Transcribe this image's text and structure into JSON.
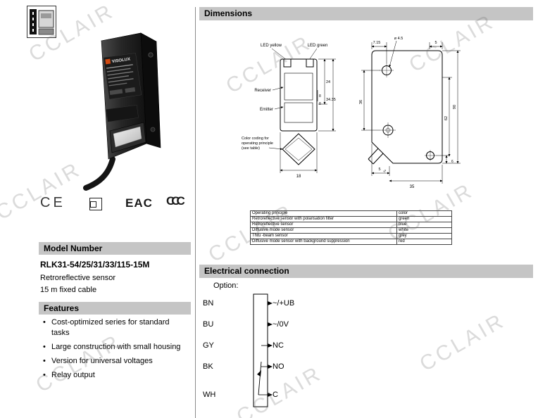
{
  "watermark": "CCLAIR",
  "left": {
    "certifications": {
      "ce": "CE",
      "eac": "EAC",
      "ccc": "CCC"
    },
    "product": {
      "brand": "VISOLUX"
    },
    "model": {
      "header": "Model Number",
      "model": "RLK31-54/25/31/33/115-15M",
      "description": "Retroreflective sensor",
      "cable": "15 m fixed cable"
    },
    "features": {
      "header": "Features",
      "items": [
        "Cost-optimized series for standard tasks",
        "Large construction with small housing",
        "Version for universal voltages",
        "Relay output"
      ]
    }
  },
  "dimensions": {
    "header": "Dimensions",
    "front_view": {
      "led_yellow_label": "LED yellow",
      "led_green_label": "LED green",
      "receiver_label": "Receiver",
      "emitter_label": "Emitter",
      "note_line1": "Color coding for",
      "note_line2": "operating principle",
      "note_line3": "(see table)",
      "dim_width": "18",
      "dim_24": "24",
      "dim_34_35": "34.35",
      "dim_8_upper": "8",
      "dim_8_lower": "8"
    },
    "side_view": {
      "dim_7_15": "7.15",
      "dim_hole": "ø 4.5",
      "dim_5_top": "5",
      "dim_36": "36",
      "dim_90": "90",
      "dim_62": "62",
      "dim_6": "6",
      "dim_5_bottom": "5",
      "dim_35": "35",
      "dim_3": "3"
    },
    "color_table": {
      "headers": [
        "Operating principle",
        "color"
      ],
      "rows": [
        [
          "Retroreflective sensor with polarisation filter",
          "green"
        ],
        [
          "Retroreflective sensor",
          "blue"
        ],
        [
          "Diffusive mode sensor",
          "white"
        ],
        [
          "Thru -beam sensor",
          "grey"
        ],
        [
          "Diffusive mode sensor with background suppression",
          "red"
        ]
      ]
    }
  },
  "electrical": {
    "header": "Electrical connection",
    "option_label": "Option:",
    "wires": [
      {
        "wire": "BN",
        "terminal": "~/+UB"
      },
      {
        "wire": "BU",
        "terminal": "~/0V"
      },
      {
        "wire": "GY",
        "terminal": "NC"
      },
      {
        "wire": "BK",
        "terminal": "NO"
      },
      {
        "wire": "WH",
        "terminal": "C"
      }
    ]
  }
}
